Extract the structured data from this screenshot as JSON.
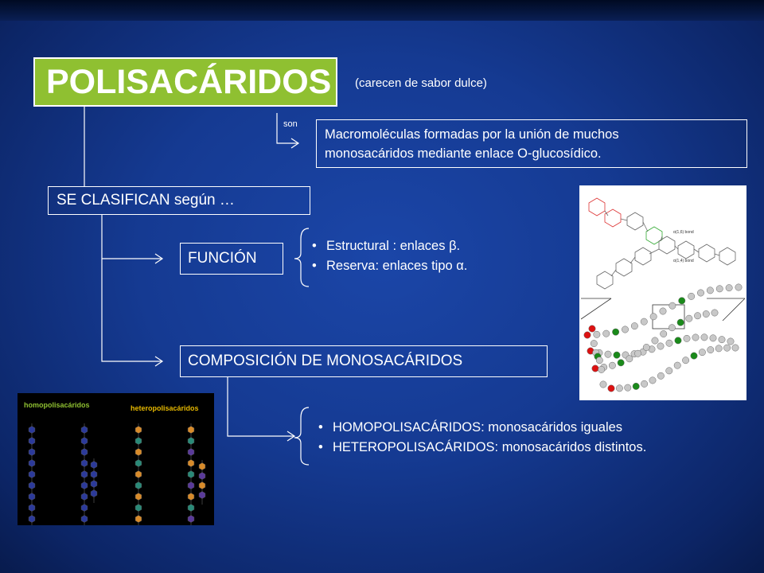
{
  "title": "POLISACÁRIDOS",
  "note": "(carecen de sabor dulce)",
  "son_label": "son",
  "definition": {
    "line1": "Macromoléculas formadas por la unión de muchos",
    "line2": "monosacáridos mediante enlace O-glucosídico."
  },
  "classify": "SE CLASIFICAN según …",
  "funcion": {
    "label": "FUNCIÓN",
    "items": [
      "Estructural : enlaces β.",
      "Reserva: enlaces tipo α."
    ]
  },
  "composicion": {
    "label": "COMPOSICIÓN DE MONOSACÁRIDOS",
    "items": [
      "HOMOPOLISACÁRIDOS:  monosacáridos iguales",
      "HETEROPOLISACÁRIDOS:   monosacáridos distintos."
    ]
  },
  "chem_image": {
    "bond1": "α(1,6) bond",
    "bond2": "α(1,4) bond"
  },
  "poly_image": {
    "homo": "homopolisacáridos",
    "hetero": "heteropolisacáridos"
  },
  "colors": {
    "title_bg": "#8fc031",
    "bg": "#153a92",
    "line": "#ffffff"
  }
}
